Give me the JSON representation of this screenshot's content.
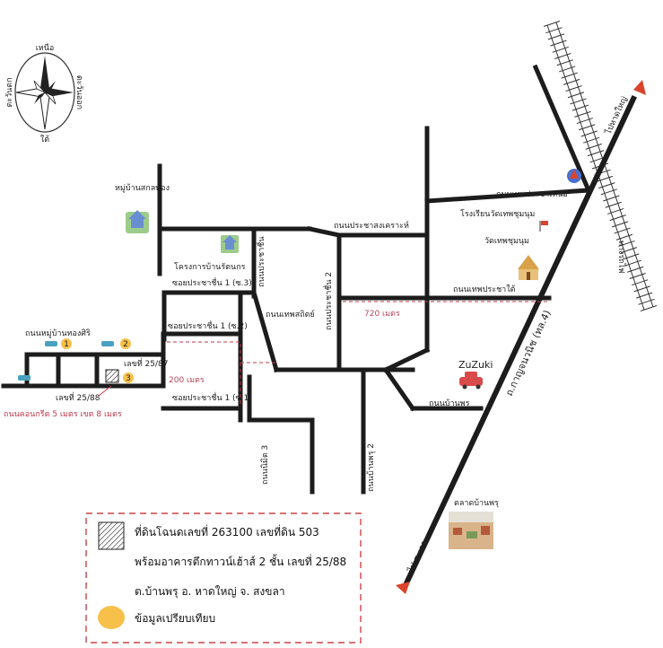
{
  "compass": {
    "north": "เหนือ",
    "south": "ใต้",
    "east": "ตะวันออก",
    "west": "ตะวันตก"
  },
  "directions": {
    "north_arrow": "ไปหาดใหญ่",
    "south_arrow": "ไป สะเดา",
    "railway": "ทางรถไฟ"
  },
  "roads": {
    "main": "ถ.กาญจนวนิช (ทล.4)",
    "thep_prachanuea": "ถนนเทพประชาเหนือ",
    "prachasongkhro": "ถนนประชาสงเคราะห์",
    "thep_prachatai": "ถนนเทพประชาใต้",
    "thepsathit": "ถนนเทพสถิตย์",
    "prachachuen2": "ถนนประชาชื่น 2",
    "soi_3": "ซอยประชาชื่น 1 (ซ.3)",
    "soi_2": "ซอยประชาชื่น 1 (ซ.2)",
    "soi_1": "ซอยประชาชื่น 1 (ซ.1)",
    "banphru": "ถนนบ้านพรุ",
    "banphru2": "ถนนบ้านพรุ 2",
    "prachachuen_vertical": "ถนนประชาชื่น",
    "nimit3": "ถนนนิมิต 3",
    "mubanthongsiri": "ถนนหมู่บ้านทองศิริ",
    "concrete_road": "ถนนคอนกรีต 5 เมตร เขต 8 เมตร"
  },
  "places": {
    "sakonthong": "หมู่บ้านสกลทอง",
    "ratchanakorn": "โครงการบ้านรัตนกร",
    "school": "โรงเรียนวัดเทพชุมนุม",
    "temple": "วัดเทพชุมนุม",
    "zuzuki": "ZuZuki",
    "market": "ตลาดบ้านพรุ"
  },
  "distances": {
    "d720": "720 เมตร",
    "d200": "200 เมตร"
  },
  "plots": {
    "p1": "1",
    "p2": "2",
    "p3": "3",
    "house_25_87": "เลขที่ 25/87",
    "house_25_88": "เลขที่ 25/88"
  },
  "legend": {
    "line1": "ที่ดินโฉนดเลขที่  263100 เลขที่ดิน 503",
    "line2": "พร้อมอาคารตึกทาวน์เฮ้าส์ 2 ชั้น เลขที่ 25/88",
    "line3": "ต.บ้านพรุ อ. หาดใหญ่ จ. สงขลา",
    "line4": "ข้อมูลเปรียบเทียบ"
  },
  "colors": {
    "road": "#1c1c1c",
    "dash_red": "#c0394a",
    "arrow_red": "#d9442b",
    "comp_yellow": "#f7c04a",
    "legend_border": "#c44"
  }
}
